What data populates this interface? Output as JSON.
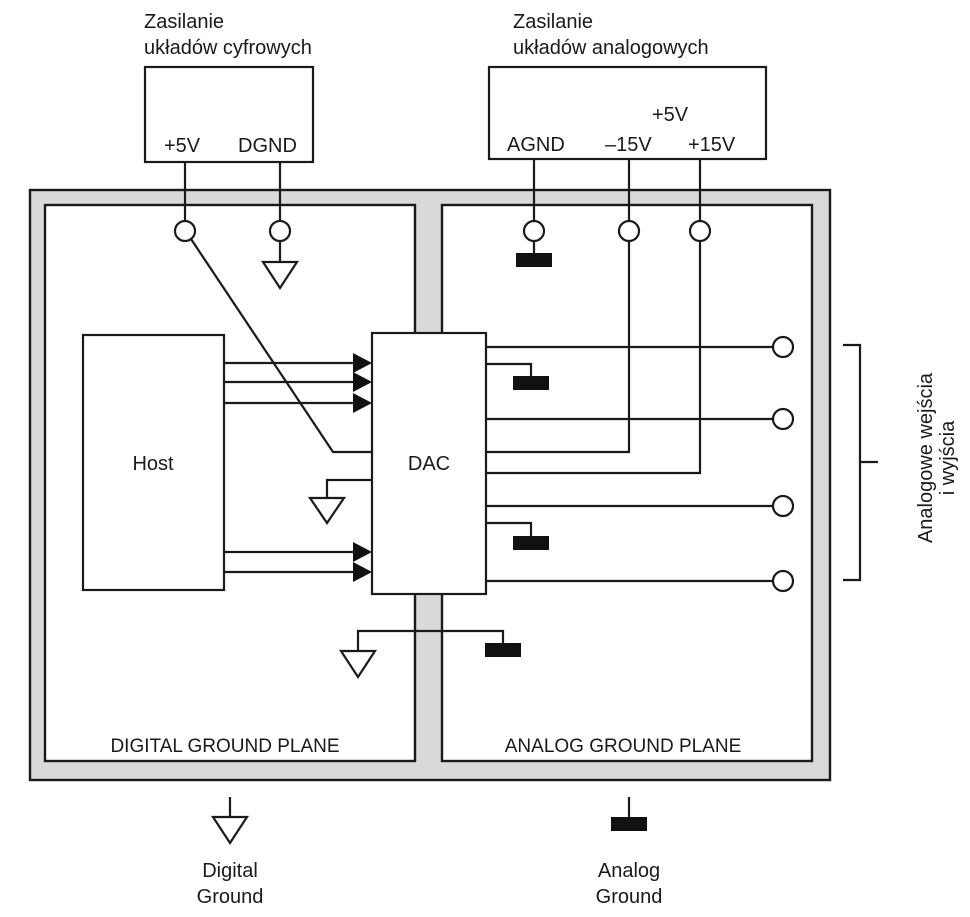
{
  "colors": {
    "line": "#1a1a1a",
    "board_border_fill": "#d9d9d9",
    "plane_fill": "#ffffff",
    "analog_ground_fill": "#111111"
  },
  "supplies": {
    "digital": {
      "title_line1": "Zasilanie",
      "title_line2": "układów cyfrowych",
      "pins": [
        "+5V",
        "DGND"
      ]
    },
    "analog": {
      "title_line1": "Zasilanie",
      "title_line2": "układów analogowych",
      "pins": [
        "AGND",
        "–15V",
        "+15V"
      ],
      "extra_label": "+5V"
    }
  },
  "blocks": {
    "host": "Host",
    "dac": "DAC"
  },
  "planes": {
    "digital": "DIGITAL GROUND PLANE",
    "analog": "ANALOG GROUND PLANE"
  },
  "io_bracket": {
    "line1": "Analogowe wejścia",
    "line2": "i wyjścia"
  },
  "legend": {
    "digital_ground": [
      "Digital",
      "Ground"
    ],
    "analog_ground": [
      "Analog",
      "Ground"
    ]
  }
}
